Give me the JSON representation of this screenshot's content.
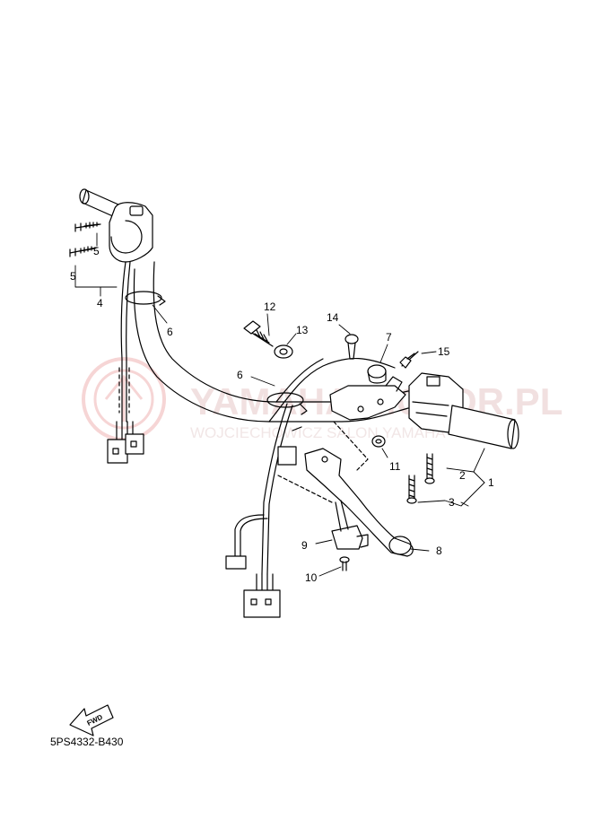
{
  "diagram_code": "5PS4332-B430",
  "fwd_label": "FWD",
  "watermark": {
    "main": "YAMAHA-MOTOR.PL",
    "sub": "WOJCIECHOWICZ SALON YAMAHA"
  },
  "callouts": [
    "1",
    "2",
    "3",
    "4",
    "5",
    "5",
    "6",
    "6",
    "7",
    "8",
    "9",
    "10",
    "11",
    "12",
    "13",
    "14",
    "15"
  ],
  "colors": {
    "line": "#000000",
    "watermark": "#e6c8c8",
    "watermark_logo": "#f0b4b4"
  }
}
